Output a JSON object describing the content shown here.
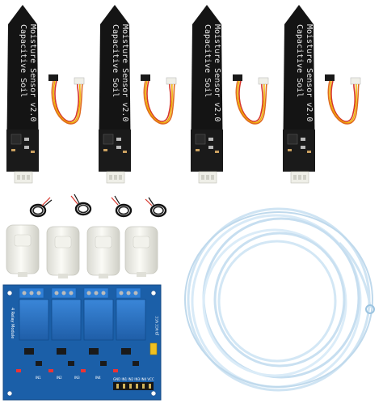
{
  "sensors": [
    {
      "line1": "Capacitive Soil",
      "line2": "Moisture Sensor v2.0"
    },
    {
      "line1": "Capacitive Soil",
      "line2": "Moisture Sensor v2.0"
    },
    {
      "line1": "Capacitive Soil",
      "line2": "Moisture Sensor v2.0"
    },
    {
      "line1": "Capacitive Soil",
      "line2": "Moisture Sensor v2.0"
    }
  ],
  "relay": {
    "side_label": "4 Relay Module",
    "header_label": "JD-VCC VCC",
    "bottom_labels": [
      "IN1",
      "IN2",
      "IN3",
      "IN4"
    ],
    "pin_labels": "GND IN1 IN2 IN3 IN4 VCC"
  },
  "colors": {
    "pcb_black": "#141414",
    "pcb_blue": "#1b5fa8",
    "relay_blue": "#2a74c8",
    "wire_red": "#d6342b",
    "wire_yellow": "#f0b400",
    "wire_orange": "#e06a1f",
    "tubing": "#cfe4f3"
  }
}
